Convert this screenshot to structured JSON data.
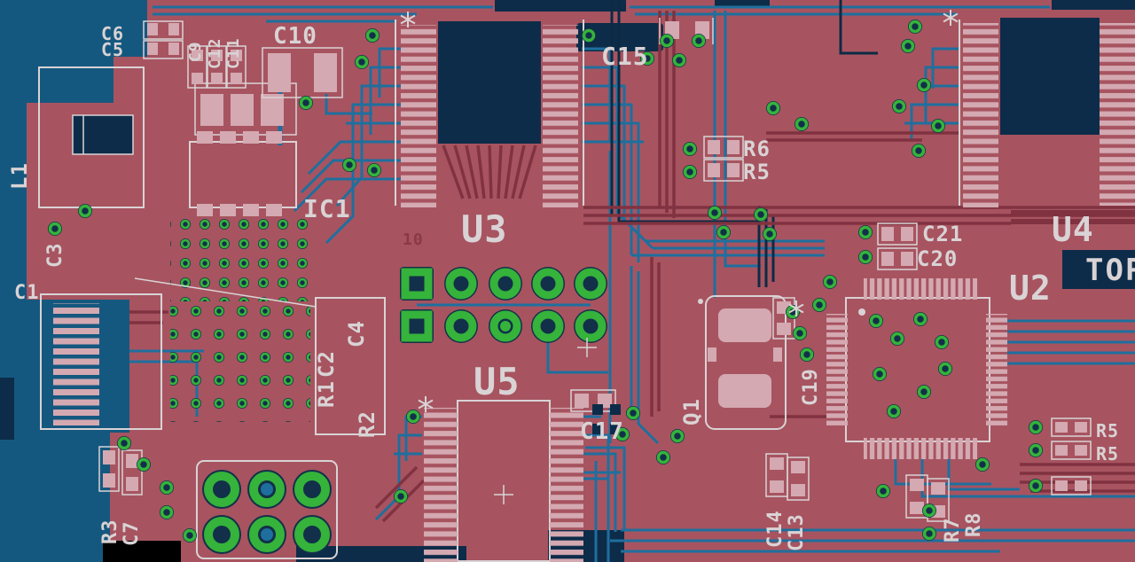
{
  "view": {
    "description": "PCB layout editor canvas, top copper view",
    "layer_marking": "TOP"
  },
  "colors": {
    "board": "#a75460",
    "plane_blue": "#15587f",
    "copper_bottom": "#1e6f9e",
    "copper_top": "#813240",
    "trace_dark": "#0c2a44",
    "dark_navy": "#0d2c49",
    "via_green": "#35b33b",
    "pad_pink": "#d4a9b1",
    "silkscreen": "#d9d3d5",
    "hole_dark": "#123049",
    "black": "#000000",
    "label_faint": "#8a3a42"
  },
  "labels": [
    {
      "text": "C6"
    },
    {
      "text": "C5"
    },
    {
      "text": "C9"
    },
    {
      "text": "C12"
    },
    {
      "text": "C11"
    },
    {
      "text": "C10"
    },
    {
      "text": "L1"
    },
    {
      "text": "C3"
    },
    {
      "text": "C1"
    },
    {
      "text": "IC1"
    },
    {
      "text": "U3"
    },
    {
      "text": "C15"
    },
    {
      "text": "R6"
    },
    {
      "text": "R5"
    },
    {
      "text": "C21"
    },
    {
      "text": "C20"
    },
    {
      "text": "U4"
    },
    {
      "text": "U2"
    },
    {
      "text": "TOP"
    },
    {
      "text": "C4"
    },
    {
      "text": "C2"
    },
    {
      "text": "R1"
    },
    {
      "text": "R2"
    },
    {
      "text": "U5"
    },
    {
      "text": "C17"
    },
    {
      "text": "Q1"
    },
    {
      "text": "C19"
    },
    {
      "text": "C14"
    },
    {
      "text": "C13"
    },
    {
      "text": "R7"
    },
    {
      "text": "R8"
    },
    {
      "text": "R5"
    },
    {
      "text": "R5"
    },
    {
      "text": "R3"
    },
    {
      "text": "C7"
    },
    {
      "text": "10"
    }
  ]
}
